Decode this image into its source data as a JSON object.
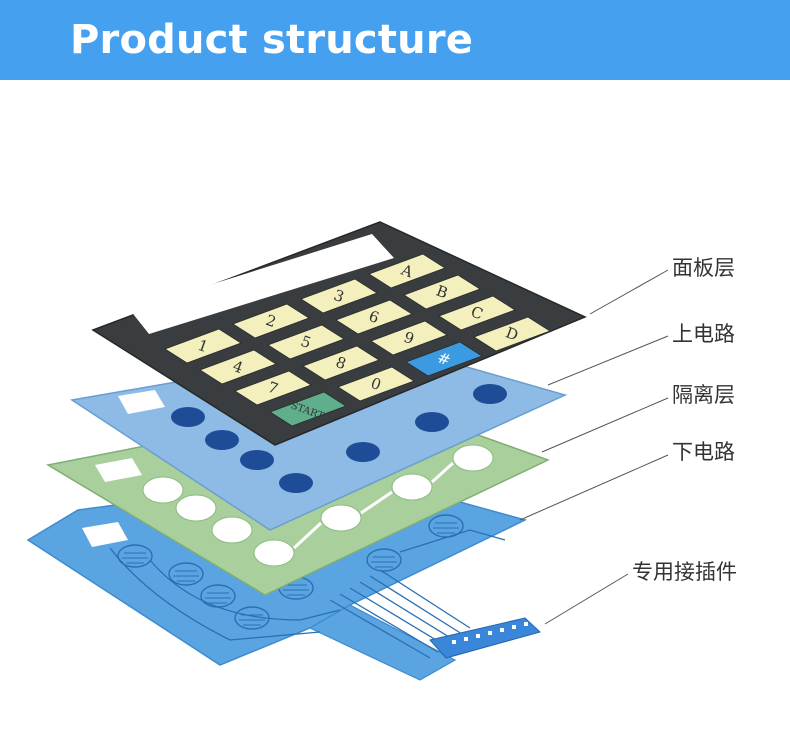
{
  "header": {
    "title": "Product structure"
  },
  "layers": [
    {
      "label": "面板层"
    },
    {
      "label": "上电路"
    },
    {
      "label": "隔离层"
    },
    {
      "label": "下电路"
    },
    {
      "label": "专用接插件"
    }
  ],
  "keypad": {
    "keys": [
      "1",
      "2",
      "3",
      "A",
      "4",
      "5",
      "6",
      "B",
      "7",
      "8",
      "9",
      "C",
      "START",
      "0",
      "#",
      "D"
    ]
  },
  "colors": {
    "header_bg": "#46a0f0",
    "panel": "#3a3d3f",
    "key": "#f3f0bd",
    "key_start": "#5fae8c",
    "key_hash": "#3c9ae0",
    "upper_circuit": "#8ebbe6",
    "spacer": "#a9cf9c",
    "lower_circuit": "#5aa4e2",
    "connector": "#3a86d8"
  }
}
